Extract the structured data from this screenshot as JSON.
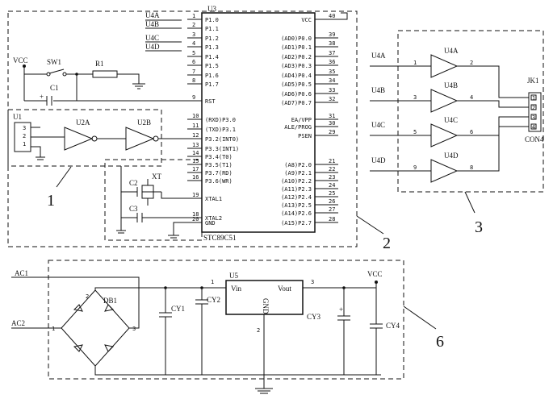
{
  "mcu": {
    "ref": "U3",
    "part": "STC89C51",
    "left_pins": [
      {
        "num": "1",
        "name": "P1.0"
      },
      {
        "num": "2",
        "name": "P1.1"
      },
      {
        "num": "3",
        "name": "P1.2"
      },
      {
        "num": "4",
        "name": "P1.3"
      },
      {
        "num": "5",
        "name": "P1.4"
      },
      {
        "num": "6",
        "name": "P1.5"
      },
      {
        "num": "7",
        "name": "P1.6"
      },
      {
        "num": "8",
        "name": "P1.7"
      },
      {
        "num": "9",
        "name": "RST"
      },
      {
        "num": "10",
        "name": "(RXD)P3.0"
      },
      {
        "num": "11",
        "name": "(TXD)P3.1"
      },
      {
        "num": "12",
        "name": "P3.2(INT0)"
      },
      {
        "num": "13",
        "name": "P3.3(INT1)"
      },
      {
        "num": "14",
        "name": "P3.4(T0)"
      },
      {
        "num": "15",
        "name": "P3.5(T1)"
      },
      {
        "num": "17",
        "name": "P3.7(RD)"
      },
      {
        "num": "16",
        "name": "P3.6(WR)"
      },
      {
        "num": "19",
        "name": "XTAL1"
      },
      {
        "num": "18",
        "name": "XTAL2"
      },
      {
        "num": "20",
        "name": "GND"
      }
    ],
    "right_pins": [
      {
        "num": "40",
        "name": "VCC"
      },
      {
        "num": "39",
        "name": "(AD0)P0.0"
      },
      {
        "num": "38",
        "name": "(AD1)P0.1"
      },
      {
        "num": "37",
        "name": "(AD2)P0.2"
      },
      {
        "num": "36",
        "name": "(AD3)P0.3"
      },
      {
        "num": "35",
        "name": "(AD4)P0.4"
      },
      {
        "num": "34",
        "name": "(AD5)P0.5"
      },
      {
        "num": "33",
        "name": "(AD6)P0.6"
      },
      {
        "num": "32",
        "name": "(AD7)P0.7"
      },
      {
        "num": "31",
        "name": "EA/VPP"
      },
      {
        "num": "30",
        "name": "ALE/PROG"
      },
      {
        "num": "29",
        "name": "PSEN"
      },
      {
        "num": "21",
        "name": "(A8)P2.0"
      },
      {
        "num": "22",
        "name": "(A9)P2.1"
      },
      {
        "num": "23",
        "name": "(A10)P2.2"
      },
      {
        "num": "24",
        "name": "(A11)P2.3"
      },
      {
        "num": "25",
        "name": "(A12)P2.4"
      },
      {
        "num": "26",
        "name": "(A13)P2.5"
      },
      {
        "num": "27",
        "name": "(A14)P2.6"
      },
      {
        "num": "28",
        "name": "(A15)P2.7"
      }
    ]
  },
  "nets": {
    "u4a": "U4A",
    "u4b": "U4B",
    "u4c": "U4C",
    "u4d": "U4D",
    "vcc": "VCC",
    "ac1": "AC1",
    "ac2": "AC2"
  },
  "parts": {
    "sw1": "SW1",
    "r1": "R1",
    "c1": "C1",
    "u1": "U1",
    "u2a": "U2A",
    "u2b": "U2B",
    "c2": "C2",
    "c3": "C3",
    "xt": "XT",
    "jk1": "JK1",
    "con4": "CON4",
    "db1": "DB1",
    "u5": "U5",
    "vin": "Vin",
    "vout": "Vout",
    "gnd": "GND",
    "cy1": "CY1",
    "cy2": "CY2",
    "cy3": "CY3",
    "cy4": "CY4"
  },
  "buffers": [
    {
      "name": "U4A",
      "in_pin": "1",
      "out_pin": "2"
    },
    {
      "name": "U4B",
      "in_pin": "3",
      "out_pin": "4"
    },
    {
      "name": "U4C",
      "in_pin": "5",
      "out_pin": "6"
    },
    {
      "name": "U4D",
      "in_pin": "9",
      "out_pin": "8"
    }
  ],
  "con_pins": [
    "1",
    "2",
    "3",
    "4"
  ],
  "u5_pins": {
    "in": "1",
    "gnd": "2",
    "out": "3"
  },
  "db1_pins": {
    "p1": "1",
    "p2": "2",
    "p3": "3"
  },
  "module_labels": {
    "m1": "1",
    "m2": "2",
    "m3": "3",
    "m6": "6"
  }
}
